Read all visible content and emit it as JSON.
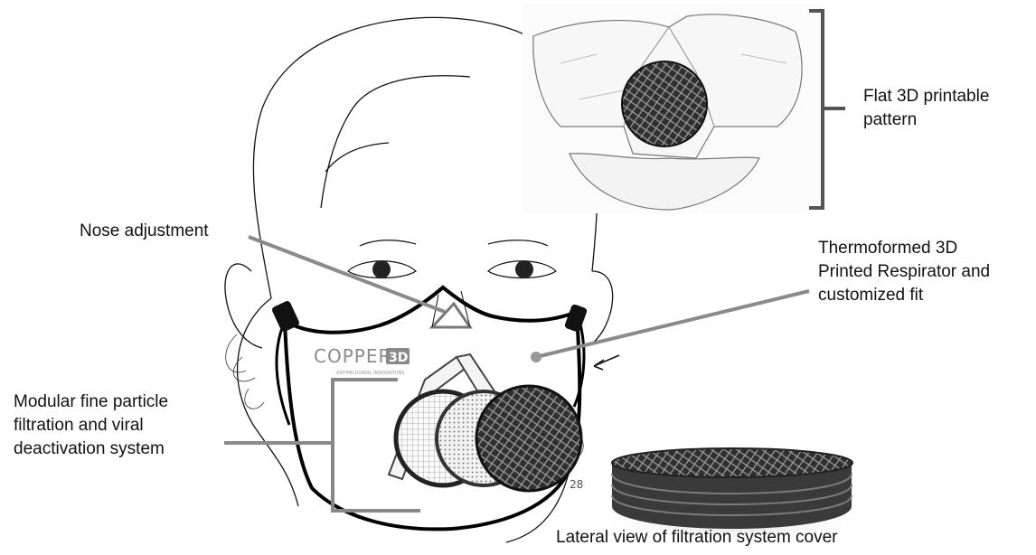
{
  "labels": {
    "nose": [
      "Nose adjustment"
    ],
    "flat_pattern": [
      "Flat 3D printable",
      "pattern"
    ],
    "respirator": [
      "Thermoformed 3D",
      "Printed Respirator and",
      "customized fit"
    ],
    "filtration": [
      "Modular fine particle",
      "filtration and viral",
      "deactivation system"
    ],
    "lateral": [
      "Lateral view of filtration system cover"
    ]
  },
  "logo": {
    "word": "COPPER",
    "badge": "3D",
    "tagline": "ANTIMICROBIAL INNOVATIONS"
  },
  "colors": {
    "line": "#111111",
    "leader": "#8a8a8a",
    "mesh": "#3a3a3a",
    "filter_light": "#e6e6e6"
  }
}
